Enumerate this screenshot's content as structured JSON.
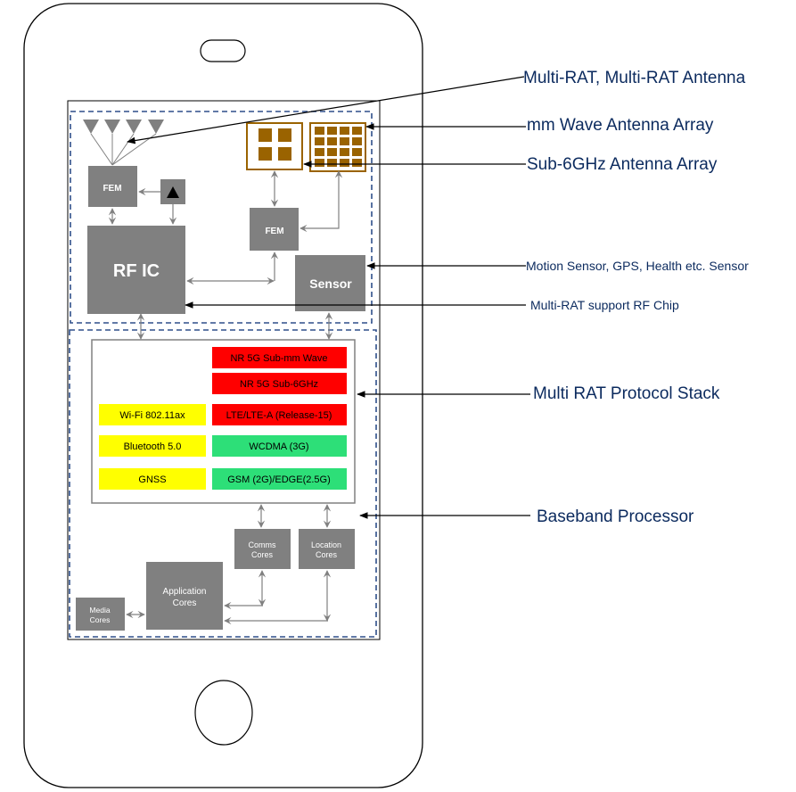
{
  "colors": {
    "block": "#808080",
    "connector": "#808080",
    "dashed_border": "#2f4f8a",
    "antenna_array": "#9a6300",
    "cellular_new": "#ff0000",
    "cellular_legacy": "#2ddf78",
    "non_cellular": "#ffff00",
    "callout_text": "#0b2a5e"
  },
  "rf_section": {
    "fem_left": "FEM",
    "fem_right": "FEM",
    "rf_ic": "RF IC",
    "sensor": "Sensor",
    "amplifier_icon": "triangle-up"
  },
  "protocol_stack": {
    "cellular": [
      {
        "label": "NR 5G Sub-mm Wave",
        "group": "cellular_new"
      },
      {
        "label": "NR 5G Sub-6GHz",
        "group": "cellular_new"
      },
      {
        "label": "LTE/LTE-A (Release-15)",
        "group": "cellular_new"
      },
      {
        "label": "WCDMA (3G)",
        "group": "cellular_legacy"
      },
      {
        "label": "GSM (2G)/EDGE(2.5G)",
        "group": "cellular_legacy"
      }
    ],
    "non_cellular": [
      {
        "label": "Wi-Fi 802.11ax"
      },
      {
        "label": "Bluetooth 5.0"
      },
      {
        "label": "GNSS"
      }
    ]
  },
  "cores": {
    "comms": [
      "Comms",
      "Cores"
    ],
    "location": [
      "Location",
      "Cores"
    ],
    "application": [
      "Application",
      "Cores"
    ],
    "media": [
      "Media",
      "Cores"
    ]
  },
  "callouts": {
    "antenna": "Multi-RAT, Multi-RAT Antenna",
    "mmwave": "mm Wave Antenna Array",
    "sub6": "Sub-6GHz Antenna Array",
    "sensor": "Motion Sensor, GPS, Health etc. Sensor",
    "rf_chip": "Multi-RAT support RF Chip",
    "protocol_stack": "Multi RAT Protocol Stack",
    "baseband": "Baseband Processor"
  }
}
